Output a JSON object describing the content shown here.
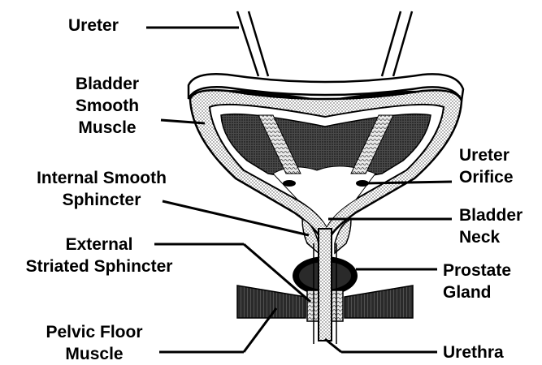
{
  "labels": {
    "ureter": "Ureter",
    "bladder_smooth_muscle": [
      "Bladder",
      "Smooth",
      "Muscle"
    ],
    "internal_smooth_sphincter": [
      "Internal Smooth",
      "Sphincter"
    ],
    "external_striated_sphincter": [
      "External",
      "Striated Sphincter"
    ],
    "pelvic_floor_muscle": [
      "Pelvic Floor",
      "Muscle"
    ],
    "ureter_orifice": [
      "Ureter",
      "Orifice"
    ],
    "bladder_neck": [
      "Bladder",
      "Neck"
    ],
    "prostate_gland": [
      "Prostate",
      "Gland"
    ],
    "urethra": "Urethra"
  }
}
